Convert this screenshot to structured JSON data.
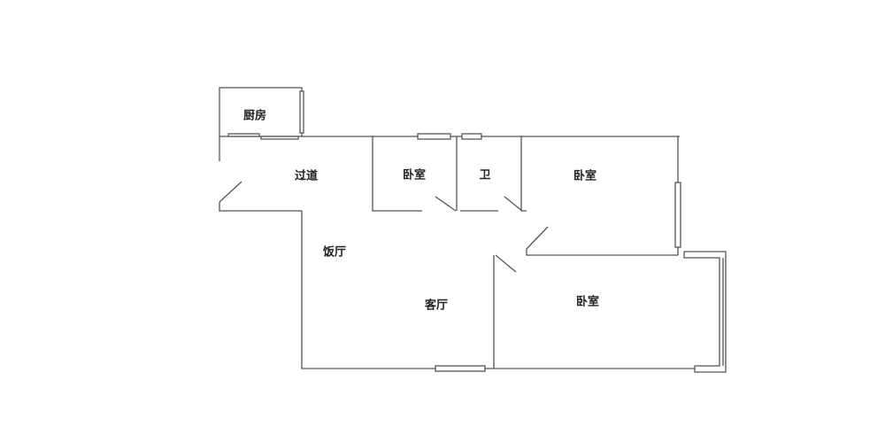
{
  "rooms": {
    "kitchen": "厨房",
    "corridor": "过道",
    "bedroom_small": "卧室",
    "bathroom": "卫",
    "bedroom_right": "卧室",
    "dining": "饭厅",
    "living": "客厅",
    "bedroom_lower": "卧室"
  },
  "colors": {
    "wall": "#555555",
    "background": "#ffffff"
  }
}
